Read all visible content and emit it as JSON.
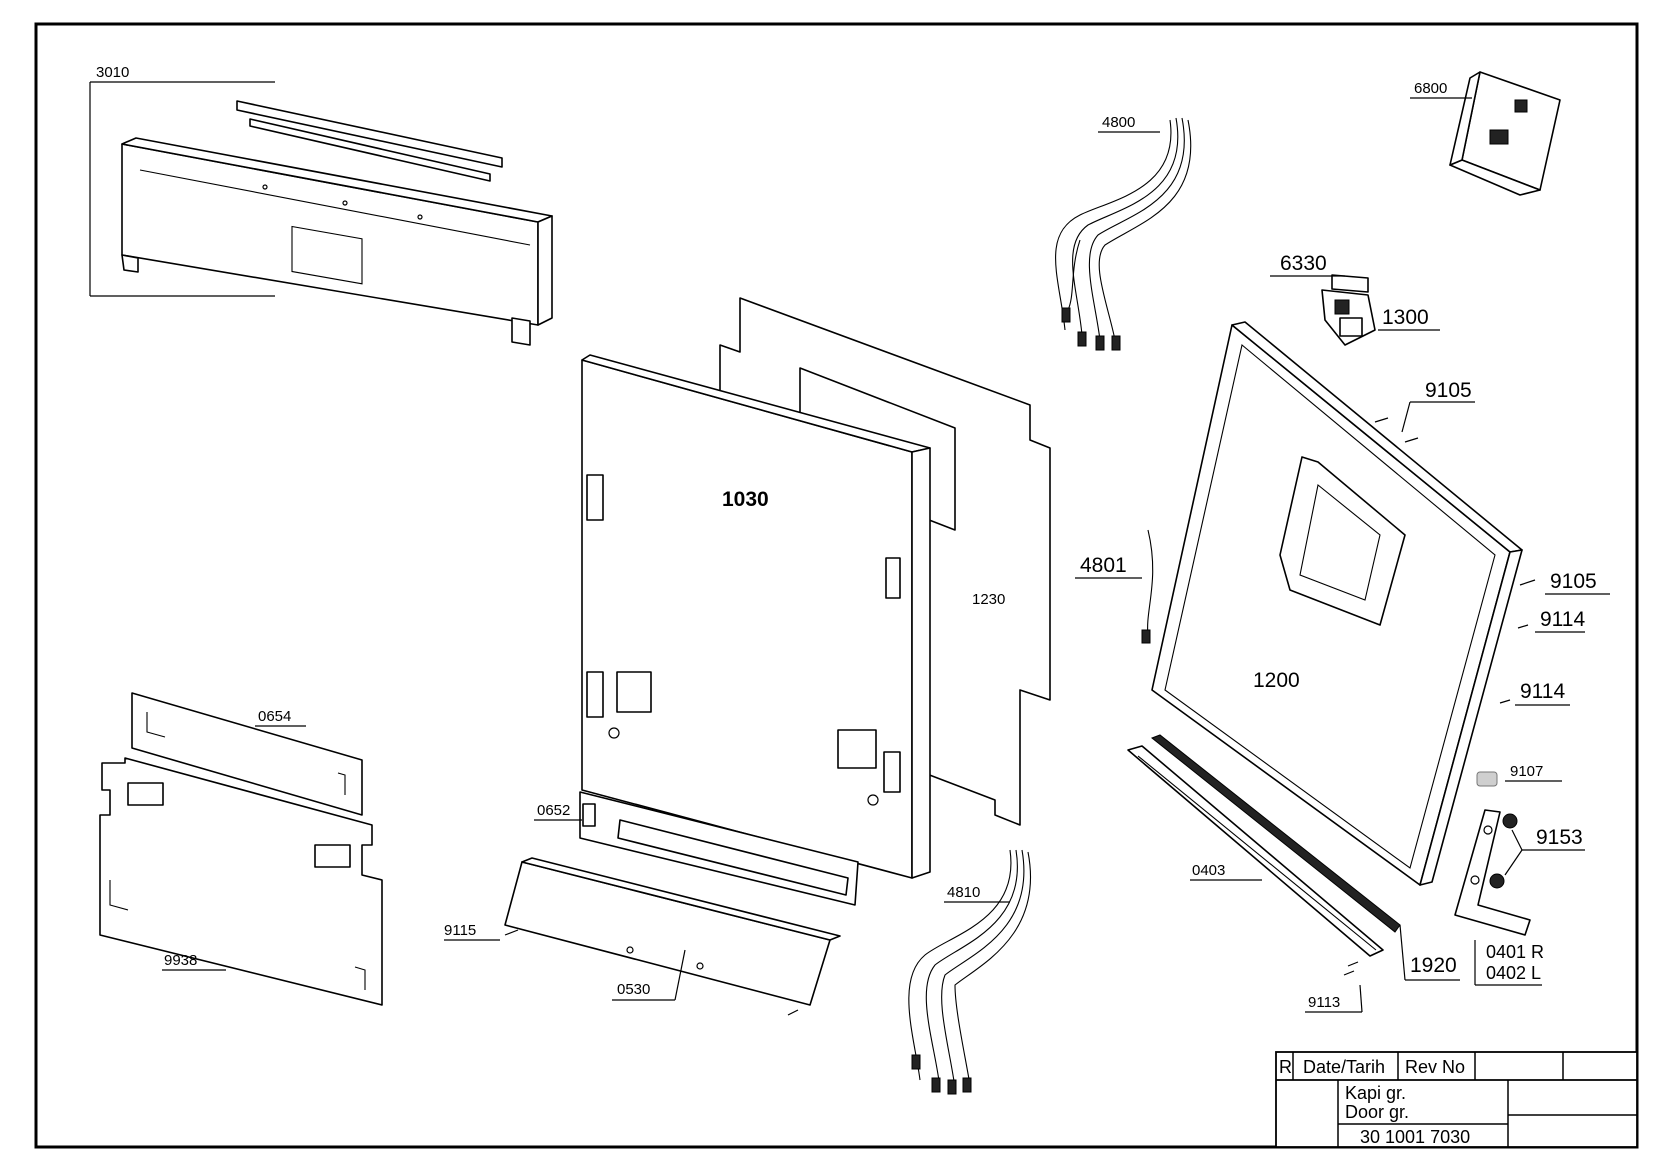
{
  "labels": {
    "p3010": "3010",
    "p6800": "6800",
    "p4800": "4800",
    "p6330": "6330",
    "p1300": "1300",
    "p9105a": "9105",
    "p9105b": "9105",
    "p4801": "4801",
    "p9114a": "9114",
    "p9114b": "9114",
    "p1030": "1030",
    "p1230": "1230",
    "p1200": "1200",
    "p9107": "9107",
    "p9153": "9153",
    "p0654": "0654",
    "p0652": "0652",
    "p0403": "0403",
    "p4810": "4810",
    "p9115": "9115",
    "p9938": "9938",
    "p0530": "0530",
    "p1920": "1920",
    "p0401": "0401 R",
    "p0402": "0402 L",
    "p9113": "9113"
  },
  "title_block": {
    "r": "R",
    "date": "Date/Tarih",
    "rev": "Rev No",
    "name_tr": "Kapi gr.",
    "name_en": "Door gr.",
    "drawing_no": "30 1001 7030"
  }
}
